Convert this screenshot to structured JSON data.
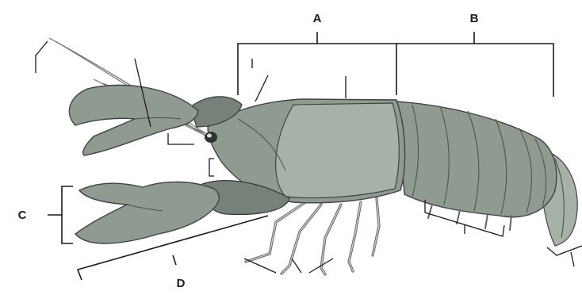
{
  "labels": {
    "a": "A",
    "b": "B",
    "c": "C",
    "d": "D"
  },
  "colors": {
    "body": "#8f9a90",
    "shell_light": "#a7b1a8",
    "outline": "#3d453e",
    "bracket": "#1a1a1a"
  }
}
